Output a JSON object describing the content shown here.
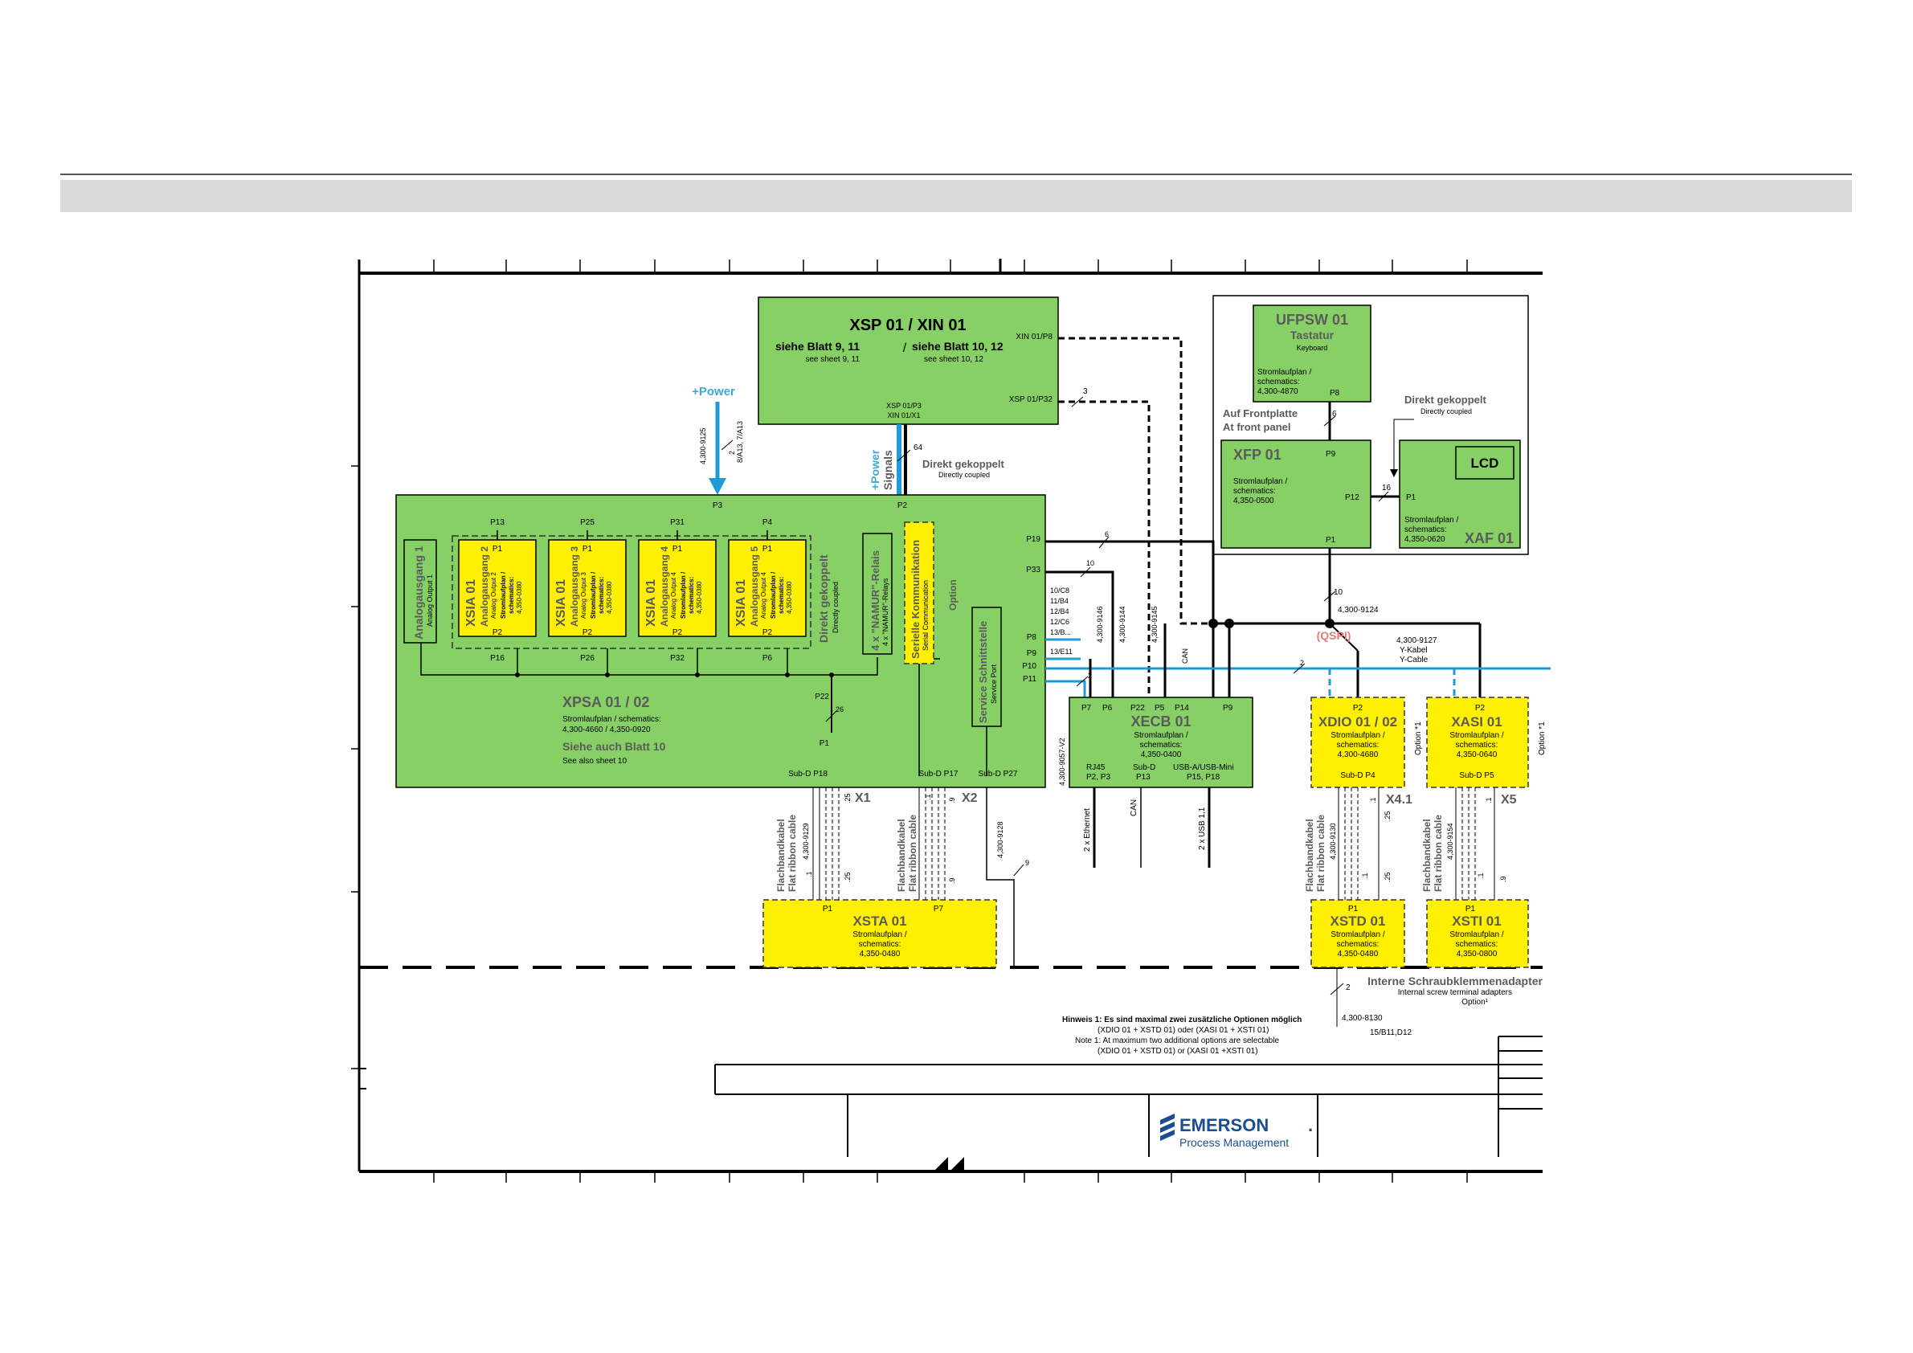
{
  "colors": {
    "green": "#86d066",
    "yellow": "#ffef00",
    "blue": "#1f9bd7",
    "line": "#000000"
  },
  "xsp": {
    "title": "XSP 01 / XIN 01",
    "left_ref": "siehe Blatt 9, 11",
    "left_ref_en": "see sheet 9, 11",
    "right_ref": "siehe Blatt 10, 12",
    "right_ref_en": "see sheet 10, 12",
    "sep": "/",
    "p8": "XIN 01/P8",
    "p32": "XSP 01/P32",
    "p3": "XSP 01/P3",
    "x1": "XIN 01/X1"
  },
  "power": {
    "label": "+Power",
    "cable": "4,300-9125",
    "count": "2",
    "ref": "8/A13, 7/A13",
    "signals_power": "+Power",
    "signals": "Signals",
    "n64": "64",
    "direct": "Direkt gekoppelt",
    "direct_en": "Directly coupled",
    "n3": "3"
  },
  "ufpsw": {
    "title": "UFPSW 01",
    "sub": "Tastatur",
    "sub_en": "Keyboard",
    "sp": "Stromlaufplan /",
    "sc": "schematics:",
    "num": "4,300-4870",
    "p8": "P8"
  },
  "front": {
    "label": "Auf Frontplatte",
    "label_en": "At front panel",
    "n6": "6",
    "direct": "Direkt gekoppelt",
    "direct_en": "Directly coupled"
  },
  "xfp": {
    "title": "XFP 01",
    "p9": "P9",
    "sp": "Stromlaufplan /",
    "sc": "schematics:",
    "num": "4,350-0500",
    "p12": "P12",
    "p1": "P1",
    "n16": "16"
  },
  "xaf": {
    "lcd": "LCD",
    "p1": "P1",
    "sp": "Stromlaufplan /",
    "sc": "schematics:",
    "num": "4,350-0620",
    "title": "XAF 01"
  },
  "qspi": {
    "n10": "10",
    "cable": "4,300-9124",
    "label": "(QSPI)",
    "ycable": "4,300-9127",
    "ykabel": "Y-Kabel",
    "ycable_en": "Y-Cable"
  },
  "xpsa": {
    "p3": "P3",
    "p2": "P2",
    "ao1": "Analogausgang 1",
    "ao1_en": "Analog Output 1",
    "title": "XPSA 01 / 02",
    "sp": "Stromlaufplan / schematics:",
    "nums": "4,300-4660 / 4,350-0920",
    "siehe": "Siehe auch Blatt 10",
    "see": "See also sheet  10",
    "p22": "P22",
    "p1": "P1",
    "n26": "26",
    "direct": "Direkt gekoppelt",
    "direct_en": "Directly coupled",
    "namur": "4 x \"NAMUR\"-Relais",
    "namur_en": "4 x \"NAMUR\"-Relays",
    "serial": "Serielle Kommunikation",
    "serial_en": "Serial Communication",
    "option": "Option",
    "service": "Service Schnittstelle",
    "service_en": "Service Port",
    "p19": "P19",
    "p33": "P33",
    "p8": "P8",
    "p9": "P9",
    "p10": "P10",
    "p11": "P11",
    "subd18": "Sub-D P18",
    "subd17": "Sub-D P17",
    "subd27": "Sub-D P27"
  },
  "xsia": [
    {
      "ptop": "P13",
      "pbot": "P16",
      "title": "XSIA 01",
      "ao": "Analogausgang 2",
      "ao_en": "Analog Output 2",
      "sp": "Stromlaufplan /",
      "sc": "schematics:",
      "num": "4,350-0380",
      "p1": "P1",
      "p2": "P2"
    },
    {
      "ptop": "P25",
      "pbot": "P26",
      "title": "XSIA 01",
      "ao": "Analogausgang 3",
      "ao_en": "Analog Output 3",
      "sp": "Stromlaufplan /",
      "sc": "schematics:",
      "num": "4,350-0380",
      "p1": "P1",
      "p2": "P2"
    },
    {
      "ptop": "P31",
      "pbot": "P32",
      "title": "XSIA 01",
      "ao": "Analogausgang 4",
      "ao_en": "Analog Output 4",
      "sp": "Stromlaufplan /",
      "sc": "schematics:",
      "num": "4,350-0380",
      "p1": "P1",
      "p2": "P2"
    },
    {
      "ptop": "P4",
      "pbot": "P6",
      "title": "XSIA 01",
      "ao": "Analogausgang 5",
      "ao_en": "Analog Output 4",
      "sp": "Stromlaufplan /",
      "sc": "schematics:",
      "num": "4,350-0380",
      "p1": "P1",
      "p2": "P2"
    }
  ],
  "xecb": {
    "title": "XECB 01",
    "sp": "Stromlaufplan /",
    "sc": "schematics:",
    "num": "4,350-0400",
    "p7": "P7",
    "p6": "P6",
    "p22": "P22",
    "p5": "P5",
    "p14": "P14",
    "p9": "P9",
    "rj45": "RJ45",
    "rj45p": "P2, P3",
    "subd": "Sub-D",
    "subdp": "P13",
    "usb": "USB-A/USB-Mini",
    "usbp": "P15, P18",
    "n10c8": "10/C8",
    "n11b4": "11/B4",
    "n12b4": "12/B4",
    "n12c6": "12/C6",
    "n13b": "13/B...",
    "n13e": "13/E11",
    "n2": "2",
    "n6": "6",
    "n10": "10",
    "c9146": "4,300-9146",
    "c9144": "4,300-9144",
    "c9145": "4,300-9145",
    "can": "CAN",
    "c9057": "4,300-9057-V2",
    "eth": "2 x Ethernet",
    "can2": "CAN",
    "usb1": "2 x USB 1,1",
    "n2b": "2"
  },
  "xdio": {
    "title": "XDIO 01 / 02",
    "p2": "P2",
    "sp": "Stromlaufplan /",
    "sc": "schematics:",
    "num": "4,300-4680",
    "subd": "Sub-D P4",
    "option": "Option *1"
  },
  "xasi": {
    "title": "XASI 01",
    "p2": "P2",
    "sp": "Stromlaufplan /",
    "sc": "schematics:",
    "num": "4,350-0640",
    "subd": "Sub-D P5",
    "option": "Option *1"
  },
  "cables": {
    "flach": "Flachbandkabel",
    "flat": "Flat ribbon cable",
    "c9129": "4,300-9129",
    "c9128": "4,300-9128",
    "c9130": "4,300-9130",
    "c9154": "4,300-9154",
    "x1": "X1",
    "x2": "X2",
    "x41": "X4.1",
    "x5": "X5",
    "d1": ".1",
    "d25": ".25",
    "d9": ".9",
    "n9": "9"
  },
  "xsta": {
    "title": "XSTA 01",
    "p1": "P1",
    "p7": "P7",
    "sp": "Stromlaufplan /",
    "sc": "schematics:",
    "num": "4,350-0480"
  },
  "xstd": {
    "title": "XSTD 01",
    "p1": "P1",
    "sp": "Stromlaufplan /",
    "sc": "schematics:",
    "num": "4,350-0480"
  },
  "xsti": {
    "title": "XSTI 01",
    "p1": "P1",
    "sp": "Stromlaufplan /",
    "sc": "schematics:",
    "num": "4,350-0800"
  },
  "screw": {
    "de": "Interne Schraubklemmenadapter",
    "en": "Internal screw terminal adapters",
    "opt": "Option¹",
    "n2": "2",
    "cable": "4,300-8130",
    "ref": "15/B11,D12"
  },
  "note": {
    "l1": "Hinweis 1: Es sind maximal zwei zusätzliche Optionen möglich",
    "l2": "(XDIO 01 + XSTD 01) oder (XASI 01 + XSTI 01)",
    "l3": "Note 1: At maximum two additional options are selectable",
    "l4": "(XDIO 01 + XSTD 01) or (XASI 01 +XSTI 01)"
  },
  "logo": {
    "brand": "EMERSON",
    "brand_dot": ".",
    "sub": "Process Management"
  }
}
